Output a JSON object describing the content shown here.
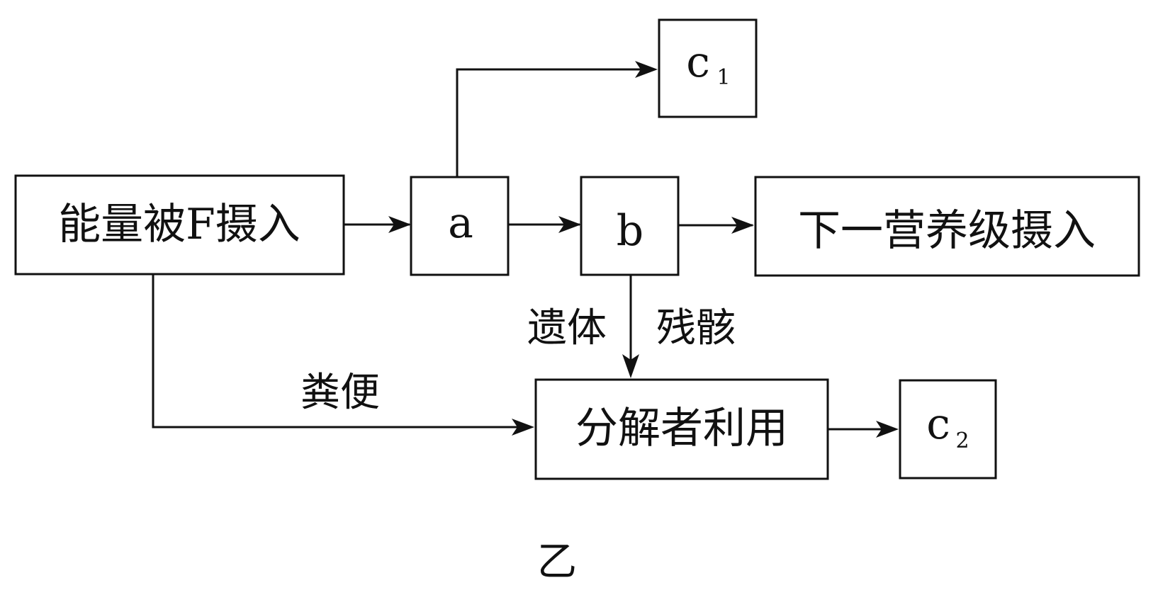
{
  "diagram": {
    "nodes": {
      "source": "能量被F摄入",
      "a": "a",
      "b": "b",
      "next_level": "下一营养级摄入",
      "decomposer": "分解者利用",
      "c1": {
        "base": "c",
        "subscript": "1"
      },
      "c2": {
        "base": "c",
        "subscript": "2"
      }
    },
    "edge_labels": {
      "feces": "粪便",
      "remains_left": "遗体",
      "remains_right": "残骸"
    },
    "edges": [
      {
        "from": "source",
        "to": "a"
      },
      {
        "from": "a",
        "to": "b"
      },
      {
        "from": "a",
        "to": "c1"
      },
      {
        "from": "b",
        "to": "next_level"
      },
      {
        "from": "b",
        "to": "decomposer",
        "label": "遗体 残骸"
      },
      {
        "from": "source",
        "to": "decomposer",
        "label": "粪便"
      },
      {
        "from": "decomposer",
        "to": "c2"
      }
    ],
    "caption": "乙"
  }
}
